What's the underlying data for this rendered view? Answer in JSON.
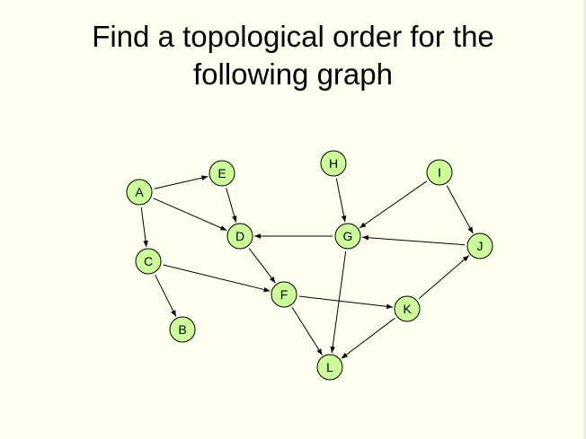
{
  "slide": {
    "title_line1": "Find a topological order for the",
    "title_line2": "following graph"
  },
  "colors": {
    "background": "#fffff0",
    "node_fill": "#ccff99",
    "node_stroke": "#000000",
    "edge": "#000000"
  },
  "graph": {
    "nodes": [
      {
        "id": "A",
        "label": "A"
      },
      {
        "id": "E",
        "label": "E"
      },
      {
        "id": "H",
        "label": "H"
      },
      {
        "id": "I",
        "label": "I"
      },
      {
        "id": "D",
        "label": "D"
      },
      {
        "id": "G",
        "label": "G"
      },
      {
        "id": "J",
        "label": "J"
      },
      {
        "id": "C",
        "label": "C"
      },
      {
        "id": "F",
        "label": "F"
      },
      {
        "id": "K",
        "label": "K"
      },
      {
        "id": "B",
        "label": "B"
      },
      {
        "id": "L",
        "label": "L"
      }
    ],
    "edges": [
      {
        "from": "A",
        "to": "E"
      },
      {
        "from": "A",
        "to": "D"
      },
      {
        "from": "A",
        "to": "C"
      },
      {
        "from": "E",
        "to": "D"
      },
      {
        "from": "H",
        "to": "G"
      },
      {
        "from": "I",
        "to": "G"
      },
      {
        "from": "I",
        "to": "J"
      },
      {
        "from": "G",
        "to": "D"
      },
      {
        "from": "J",
        "to": "G"
      },
      {
        "from": "D",
        "to": "F"
      },
      {
        "from": "C",
        "to": "F"
      },
      {
        "from": "C",
        "to": "B"
      },
      {
        "from": "F",
        "to": "K"
      },
      {
        "from": "F",
        "to": "L"
      },
      {
        "from": "G",
        "to": "L"
      },
      {
        "from": "K",
        "to": "J"
      },
      {
        "from": "K",
        "to": "L"
      }
    ]
  }
}
